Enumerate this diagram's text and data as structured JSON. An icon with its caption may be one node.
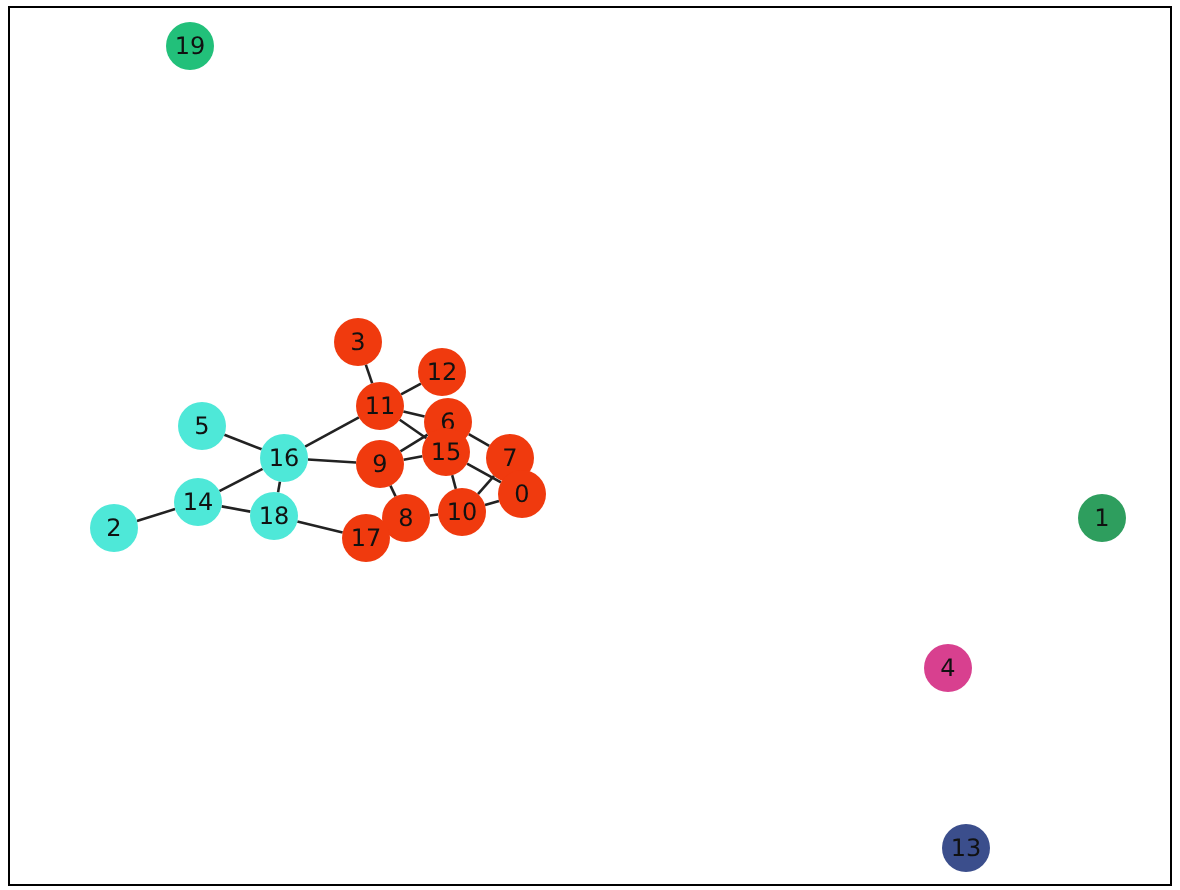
{
  "diagram": {
    "nodes": [
      {
        "text": [
          "0"
        ]
      },
      {
        "text": [
          "1"
        ]
      },
      {
        "text": [
          "2"
        ]
      },
      {
        "text": [
          "3"
        ]
      },
      {
        "text": [
          "4"
        ]
      },
      {
        "text": [
          "5"
        ]
      },
      {
        "text": [
          "6"
        ]
      },
      {
        "text": [
          "7"
        ]
      },
      {
        "text": [
          "8"
        ]
      },
      {
        "text": [
          "9"
        ]
      },
      {
        "text": [
          "10"
        ]
      },
      {
        "text": [
          "11"
        ]
      },
      {
        "text": [
          "12"
        ]
      },
      {
        "text": [
          "13"
        ]
      },
      {
        "text": [
          "14"
        ]
      },
      {
        "text": [
          "15"
        ]
      },
      {
        "text": [
          "16"
        ]
      },
      {
        "text": [
          "17"
        ]
      },
      {
        "text": [
          "18"
        ]
      },
      {
        "text": [
          "19"
        ]
      }
    ],
    "edges": [
      {
        "from": 3,
        "to": 11,
        "arrow": "none"
      },
      {
        "from": 11,
        "to": 12,
        "arrow": "none"
      },
      {
        "from": 11,
        "to": 6,
        "arrow": "none"
      },
      {
        "from": 11,
        "to": 15,
        "arrow": "none"
      },
      {
        "from": 11,
        "to": 16,
        "arrow": "none"
      },
      {
        "from": 5,
        "to": 16,
        "arrow": "none"
      },
      {
        "from": 16,
        "to": 9,
        "arrow": "none"
      },
      {
        "from": 16,
        "to": 14,
        "arrow": "none"
      },
      {
        "from": 16,
        "to": 18,
        "arrow": "none"
      },
      {
        "from": 14,
        "to": 2,
        "arrow": "none"
      },
      {
        "from": 14,
        "to": 18,
        "arrow": "none"
      },
      {
        "from": 18,
        "to": 17,
        "arrow": "none"
      },
      {
        "from": 9,
        "to": 15,
        "arrow": "none"
      },
      {
        "from": 9,
        "to": 6,
        "arrow": "none"
      },
      {
        "from": 9,
        "to": 8,
        "arrow": "none"
      },
      {
        "from": 8,
        "to": 10,
        "arrow": "none"
      },
      {
        "from": 6,
        "to": 7,
        "arrow": "none"
      },
      {
        "from": 15,
        "to": 10,
        "arrow": "none"
      },
      {
        "from": 15,
        "to": 0,
        "arrow": "none"
      },
      {
        "from": 10,
        "to": 7,
        "arrow": "none"
      },
      {
        "from": 10,
        "to": 0,
        "arrow": "none"
      }
    ]
  }
}
